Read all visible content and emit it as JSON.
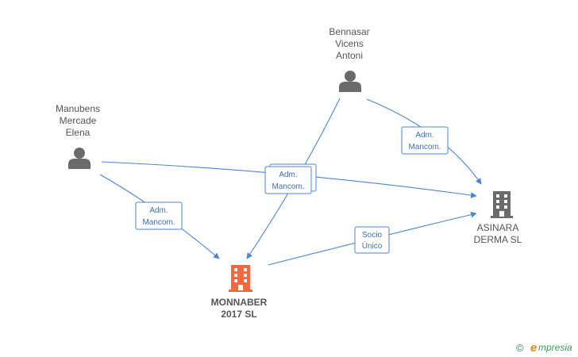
{
  "diagram": {
    "nodes": [
      {
        "id": "bennasar",
        "type": "person",
        "label_lines": [
          "Bennasar",
          "Vicens",
          "Antoni"
        ]
      },
      {
        "id": "manubens",
        "type": "person",
        "label_lines": [
          "Manubens",
          "Mercade",
          "Elena"
        ]
      },
      {
        "id": "asinara",
        "type": "company",
        "label_lines": [
          "ASINARA",
          "DERMA  SL"
        ]
      },
      {
        "id": "monnaber",
        "type": "company",
        "main": true,
        "label_lines": [
          "MONNABER",
          "2017  SL"
        ]
      }
    ],
    "edges": [
      {
        "from": "manubens",
        "to": "monnaber",
        "label_lines": [
          "Adm.",
          "Mancom."
        ]
      },
      {
        "from": "manubens",
        "to": "asinara",
        "label_lines": [
          "Adm.",
          "Mancom."
        ]
      },
      {
        "from": "bennasar",
        "to": "monnaber",
        "label_lines": [
          "Adm.",
          "Mancom."
        ]
      },
      {
        "from": "bennasar",
        "to": "asinara",
        "label_lines": [
          "Adm.",
          "Mancom."
        ]
      },
      {
        "from": "monnaber",
        "to": "asinara",
        "label_lines": [
          "Socio",
          "Único"
        ]
      }
    ],
    "colors": {
      "person_icon": "#6b6b6b",
      "company_icon": "#6b6b6b",
      "main_company_icon": "#f26a3b",
      "edge": "#4a86d4"
    }
  },
  "footer": {
    "copyright_symbol": "©",
    "brand_initial": "e",
    "brand_rest": "mpresia"
  }
}
